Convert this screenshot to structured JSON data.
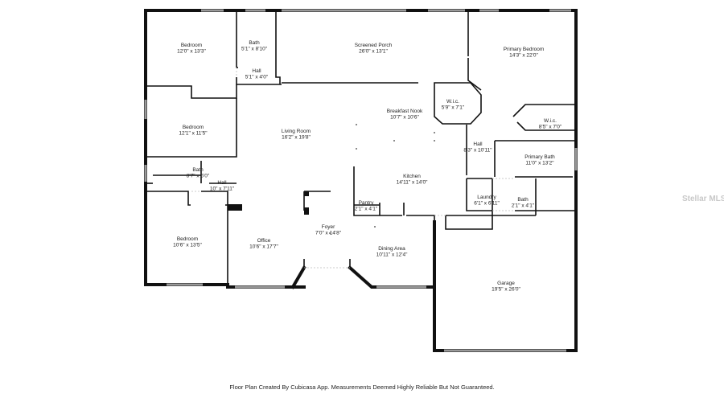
{
  "rooms": [
    {
      "id": "bedroom1",
      "name": "Bedroom",
      "dims": "12'0\" x 13'3\""
    },
    {
      "id": "bath1",
      "name": "Bath",
      "dims": "5'1\" x 8'10\""
    },
    {
      "id": "screened-porch",
      "name": "Screened Porch",
      "dims": "26'0\" x 13'1\""
    },
    {
      "id": "primary-bedroom",
      "name": "Primary Bedroom",
      "dims": "14'3\" x 22'0\""
    },
    {
      "id": "hall1",
      "name": "Hall",
      "dims": "5'1\" x 4'0\""
    },
    {
      "id": "wic1",
      "name": "W.i.c.",
      "dims": "5'9\" x 7'1\""
    },
    {
      "id": "breakfast-nook",
      "name": "Breakfast Nook",
      "dims": "10'7\" x 10'6\""
    },
    {
      "id": "wic2",
      "name": "W.i.c.",
      "dims": "8'5\" x 7'0\""
    },
    {
      "id": "bedroom2",
      "name": "Bedroom",
      "dims": "12'1\" x 11'5\""
    },
    {
      "id": "living-room",
      "name": "Living Room",
      "dims": "16'2\" x 19'8\""
    },
    {
      "id": "hall2",
      "name": "Hall",
      "dims": "8'3\" x 10'11\""
    },
    {
      "id": "primary-bath",
      "name": "Primary Bath",
      "dims": "11'0\" x 13'2\""
    },
    {
      "id": "bath2",
      "name": "Bath",
      "dims": "8'7\" x 5'0\""
    },
    {
      "id": "kitchen",
      "name": "Kitchen",
      "dims": "14'11\" x 14'0\""
    },
    {
      "id": "hall3",
      "name": "Hall",
      "dims": "10\" x 7'11\""
    },
    {
      "id": "laundry",
      "name": "Laundry",
      "dims": "6'1\" x 6'11\""
    },
    {
      "id": "bath3",
      "name": "Bath",
      "dims": "2'1\" x 4'1\""
    },
    {
      "id": "pantry",
      "name": "Pantry",
      "dims": "2'1\" x 4'1\""
    },
    {
      "id": "foyer",
      "name": "Foyer",
      "dims": "7'0\" x 14'8\""
    },
    {
      "id": "bedroom3",
      "name": "Bedroom",
      "dims": "10'6\" x 13'5\""
    },
    {
      "id": "office",
      "name": "Office",
      "dims": "10'6\" x 17'7\""
    },
    {
      "id": "dining-area",
      "name": "Dining Area",
      "dims": "10'11\" x 12'4\""
    },
    {
      "id": "garage",
      "name": "Garage",
      "dims": "19'5\" x 26'0\""
    }
  ],
  "watermark": "Stellar MLS",
  "disclaimer": "Floor Plan Created By Cubicasa App. Measurements Deemed Highly Reliable But Not Guaranteed."
}
